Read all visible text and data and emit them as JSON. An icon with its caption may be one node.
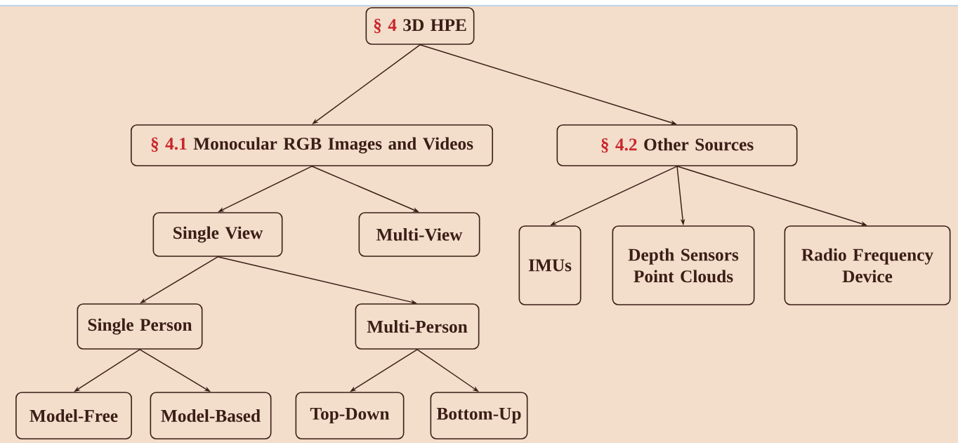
{
  "diagram": {
    "nodes": [
      {
        "text": [
          "§ 4",
          "3D HPE"
        ]
      },
      {
        "text": [
          "§ 4.1",
          "Monocular RGB Images and Videos"
        ]
      },
      {
        "text": [
          "§ 4.2",
          "Other Sources"
        ]
      },
      {
        "text": [
          "Single View"
        ]
      },
      {
        "text": [
          "Multi-View"
        ]
      },
      {
        "text": [
          "IMUs"
        ]
      },
      {
        "text": [
          "Depth Sensors Point Clouds"
        ]
      },
      {
        "text": [
          "Radio Frequency Device"
        ]
      },
      {
        "text": [
          "Single Person"
        ]
      },
      {
        "text": [
          "Multi-Person"
        ]
      },
      {
        "text": [
          "Model-Free"
        ]
      },
      {
        "text": [
          "Model-Based"
        ]
      },
      {
        "text": [
          "Top-Down"
        ]
      },
      {
        "text": [
          "Bottom-Up"
        ]
      }
    ],
    "edges": [
      {
        "from": 0,
        "to": 1,
        "arrow": "to"
      },
      {
        "from": 0,
        "to": 2,
        "arrow": "to"
      },
      {
        "from": 1,
        "to": 3,
        "arrow": "to"
      },
      {
        "from": 1,
        "to": 4,
        "arrow": "to"
      },
      {
        "from": 2,
        "to": 5,
        "arrow": "to"
      },
      {
        "from": 2,
        "to": 6,
        "arrow": "to"
      },
      {
        "from": 2,
        "to": 7,
        "arrow": "to"
      },
      {
        "from": 3,
        "to": 8,
        "arrow": "to"
      },
      {
        "from": 3,
        "to": 9,
        "arrow": "to"
      },
      {
        "from": 8,
        "to": 10,
        "arrow": "to"
      },
      {
        "from": 8,
        "to": 11,
        "arrow": "to"
      },
      {
        "from": 9,
        "to": 12,
        "arrow": "to"
      },
      {
        "from": 9,
        "to": 13,
        "arrow": "to"
      }
    ]
  }
}
